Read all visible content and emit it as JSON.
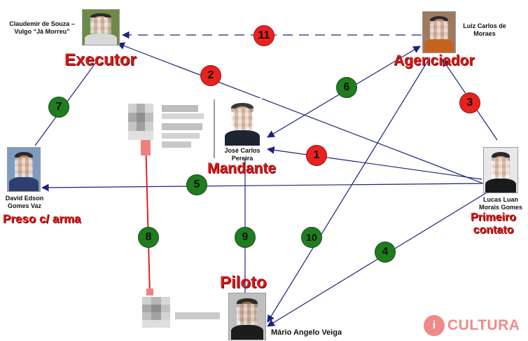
{
  "people": {
    "claudemir": {
      "name": "Claudemir de Souza –\nVulgo “Já Morreu”",
      "role": "Executor"
    },
    "luiz": {
      "name": "Luiz Carlos de\nMoraes",
      "role": "Agenciador"
    },
    "jose": {
      "name": "José Carlos\nPereira",
      "role": "Mandante"
    },
    "david": {
      "name": "David Edson\nGomes Vaz",
      "role": "Preso c/ arma"
    },
    "lucas": {
      "name": "Lucas Luan\nMorais Gomes",
      "role": "Primeiro\ncontato"
    },
    "mario": {
      "name": "Mário Angelo Veiga",
      "role": "Piloto"
    }
  },
  "links": [
    {
      "label": "1",
      "color": "red"
    },
    {
      "label": "2",
      "color": "red"
    },
    {
      "label": "3",
      "color": "red"
    },
    {
      "label": "4",
      "color": "green"
    },
    {
      "label": "5",
      "color": "green"
    },
    {
      "label": "6",
      "color": "green"
    },
    {
      "label": "7",
      "color": "green"
    },
    {
      "label": "8",
      "color": "green"
    },
    {
      "label": "9",
      "color": "green"
    },
    {
      "label": "10",
      "color": "green"
    },
    {
      "label": "11",
      "color": "red"
    }
  ],
  "logo": {
    "text": "CULTURA",
    "icon": "tv-cultura-icon"
  },
  "colors": {
    "arrow": "#1a237e",
    "badge_red": "#e8221e",
    "badge_green": "#1f7d1f",
    "role_red": "#d31a1a",
    "redacted_line": "#e02020"
  }
}
